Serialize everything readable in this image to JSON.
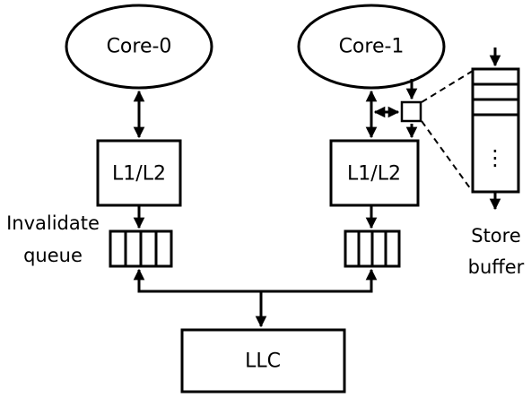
{
  "nodes": {
    "core0": "Core-0",
    "core1": "Core-1",
    "cache0": "L1/L2",
    "cache1": "L1/L2",
    "llc": "LLC"
  },
  "labels": {
    "invalidate_line1": "Invalidate",
    "invalidate_line2": "queue",
    "store_line1": "Store",
    "store_line2": "buffer",
    "store_dots": "⋮"
  },
  "colors": {
    "stroke": "#000000",
    "background": "#ffffff"
  }
}
